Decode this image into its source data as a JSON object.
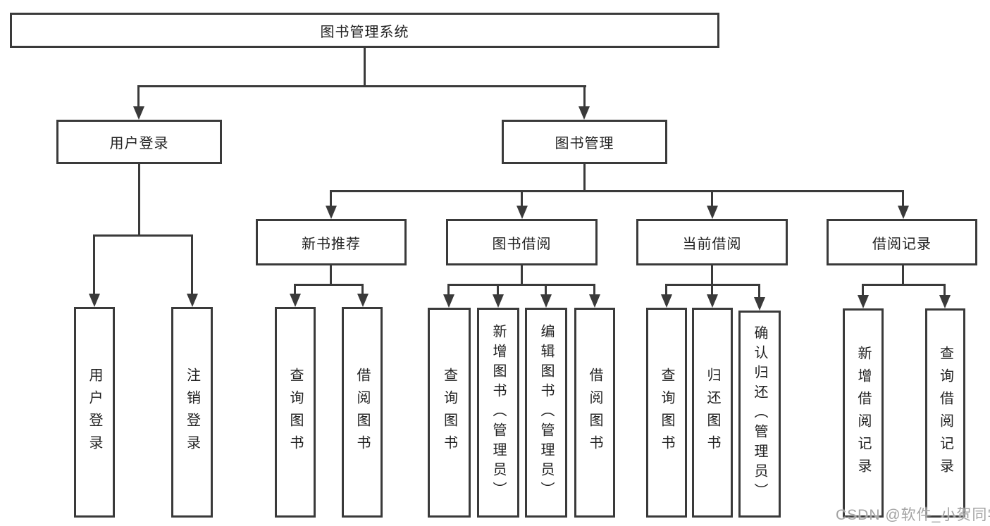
{
  "colors": {
    "line": "#3a3a3a",
    "node_border": "#3a3a3a",
    "node_text": "#222222",
    "watermark_text": "#a3a3a3",
    "background": "#ffffff"
  },
  "watermark": {
    "text": "CSDN @软件_小贺同学"
  },
  "tree": {
    "label": "图书管理系统",
    "children": [
      {
        "label": "用户登录",
        "children": [
          {
            "label": "用户登录"
          },
          {
            "label": "注销登录"
          }
        ]
      },
      {
        "label": "图书管理",
        "children": [
          {
            "label": "新书推荐",
            "children": [
              {
                "label": "查询图书"
              },
              {
                "label": "借阅图书"
              }
            ]
          },
          {
            "label": "图书借阅",
            "children": [
              {
                "label": "查询图书"
              },
              {
                "label": "新增图书（管理员）"
              },
              {
                "label": "编辑图书（管理员）"
              },
              {
                "label": "借阅图书"
              }
            ]
          },
          {
            "label": "当前借阅",
            "children": [
              {
                "label": "查询图书"
              },
              {
                "label": "归还图书"
              },
              {
                "label": "确认归还（管理员）"
              }
            ]
          },
          {
            "label": "借阅记录",
            "children": [
              {
                "label": "新增借阅记录"
              },
              {
                "label": "查询借阅记录"
              }
            ]
          }
        ]
      }
    ]
  }
}
